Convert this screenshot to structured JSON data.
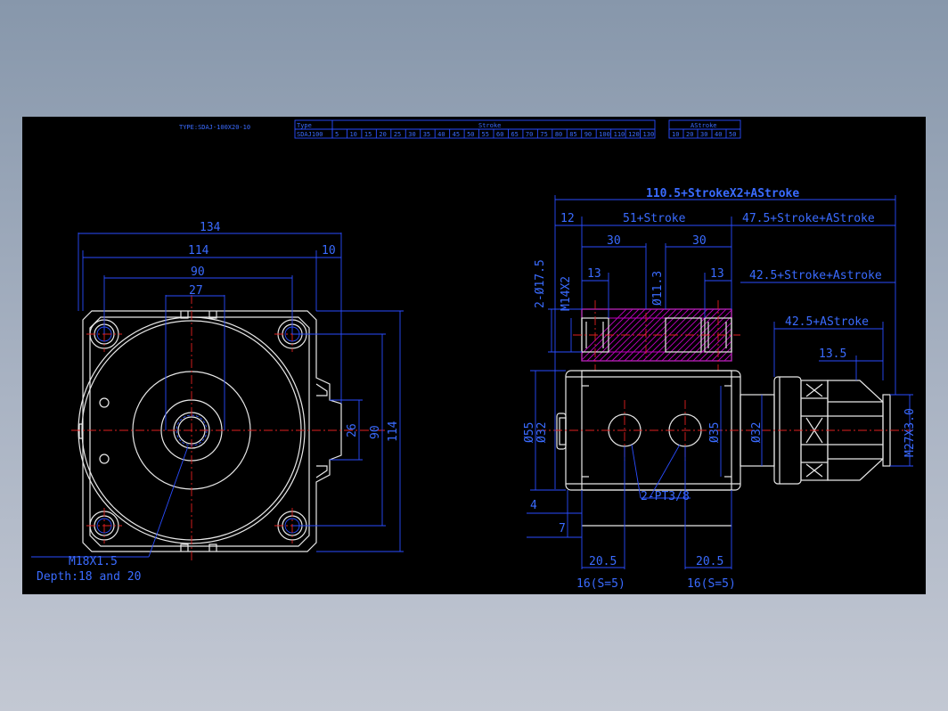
{
  "title_block": {
    "type_text": "TYPE:SDAJ-100X20-10",
    "table1_header_left": "Type",
    "table1_header_right": "Stroke",
    "table1_model": "SDAJ100",
    "table1_values": [
      "5",
      "10",
      "15",
      "20",
      "25",
      "30",
      "35",
      "40",
      "45",
      "50",
      "55",
      "60",
      "65",
      "70",
      "75",
      "80",
      "85",
      "90",
      "100",
      "110",
      "120",
      "130"
    ],
    "table2_header": "AStroke",
    "table2_values": [
      "10",
      "20",
      "30",
      "40",
      "50"
    ]
  },
  "front_view": {
    "dims": {
      "d134": "134",
      "d114": "114",
      "d10": "10",
      "d90": "90",
      "d27": "27",
      "d26": "26",
      "d90v": "90",
      "d114v": "114"
    },
    "thread_note": "M18X1.5",
    "depth_note": "Depth:18 and 20"
  },
  "side_view": {
    "dims": {
      "overall": "110.5+StrokeX2+AStroke",
      "d12": "12",
      "d51": "51+Stroke",
      "d47": "47.5+Stroke+AStroke",
      "d30a": "30",
      "d30b": "30",
      "d13a": "13",
      "d13b": "13",
      "d42a": "42.5+Stroke+Astroke",
      "d42b": "42.5+AStroke",
      "d13_5": "13.5",
      "phi17": "2-Ø17.5",
      "m14": "M14X2",
      "phi11": "Ø11.3",
      "phi55": "Ø55",
      "phi32a": "Ø32",
      "phi35": "Ø35",
      "phi32b": "Ø32",
      "pt": "2-PT3/8",
      "m27": "M27X3.0",
      "d4": "4",
      "d7": "7",
      "d20a": "20.5",
      "d20b": "20.5",
      "s16a": "16(S=5)",
      "s16b": "16(S=5)"
    }
  },
  "colors": {
    "sheet": "#000000",
    "geometry": "#e8e8e8",
    "dimension": "#2a4dff",
    "centerline": "#e02020",
    "hatch": "#c000c0"
  }
}
